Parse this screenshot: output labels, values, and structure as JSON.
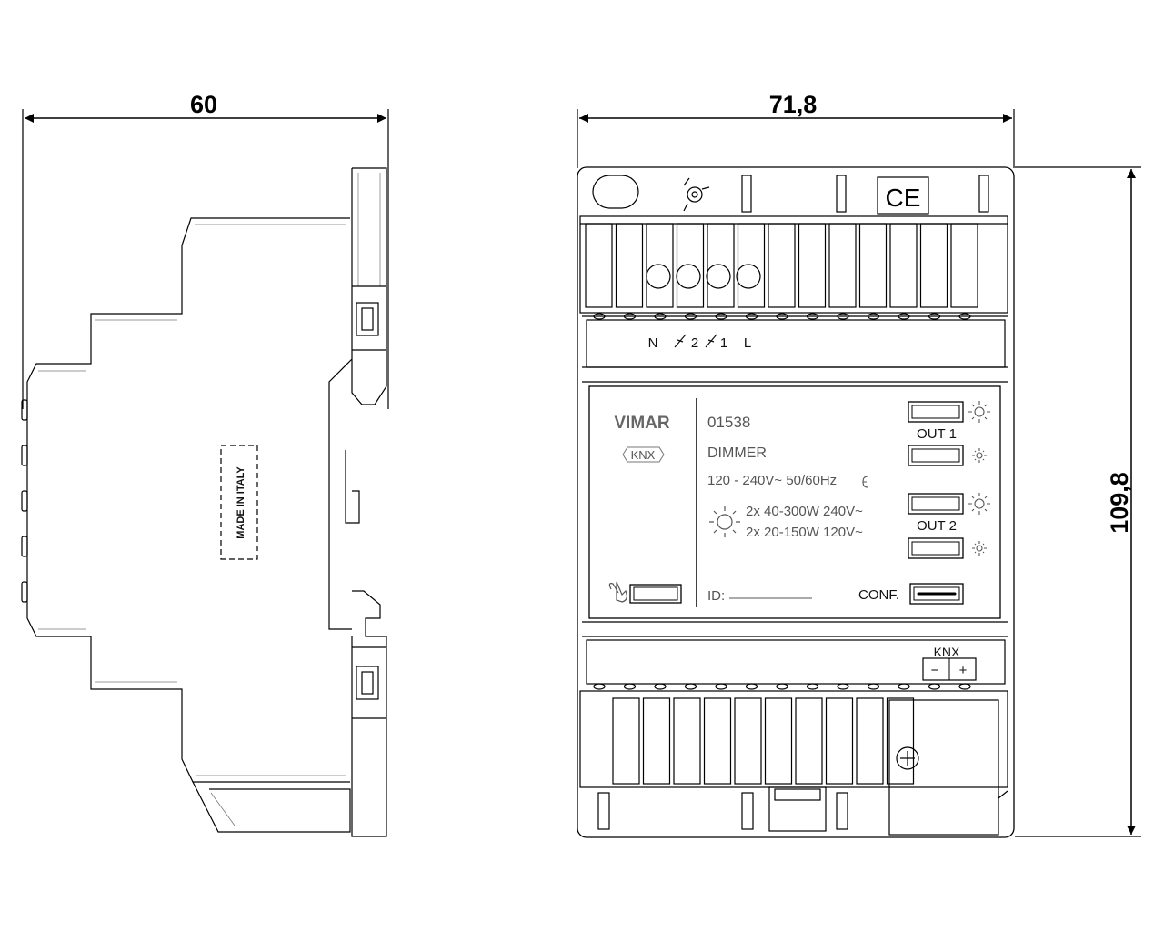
{
  "dimensions": {
    "depth": "60",
    "width": "71,8",
    "height": "109,8"
  },
  "side_view": {
    "made_in_label": "MADE IN ITALY"
  },
  "front_view": {
    "terminals": {
      "neutral": "N",
      "load2": "2",
      "load1": "1",
      "line": "L"
    },
    "faceplate": {
      "brand": "VIMAR",
      "bus_logo": "KNX",
      "article": "01538",
      "type": "DIMMER",
      "supply": "120 - 240V~  50/60Hz",
      "load_line1": "2x  40-300W  240V~",
      "load_line2": "2x  20-150W  120V~",
      "out1_label": "OUT 1",
      "out2_label": "OUT 2",
      "id_label": "ID:",
      "conf_label": "CONF."
    },
    "bus_connector": {
      "label": "KNX",
      "minus": "−",
      "plus": "+"
    }
  },
  "colors": {
    "line": "#000000",
    "light_outline": "#555555"
  }
}
